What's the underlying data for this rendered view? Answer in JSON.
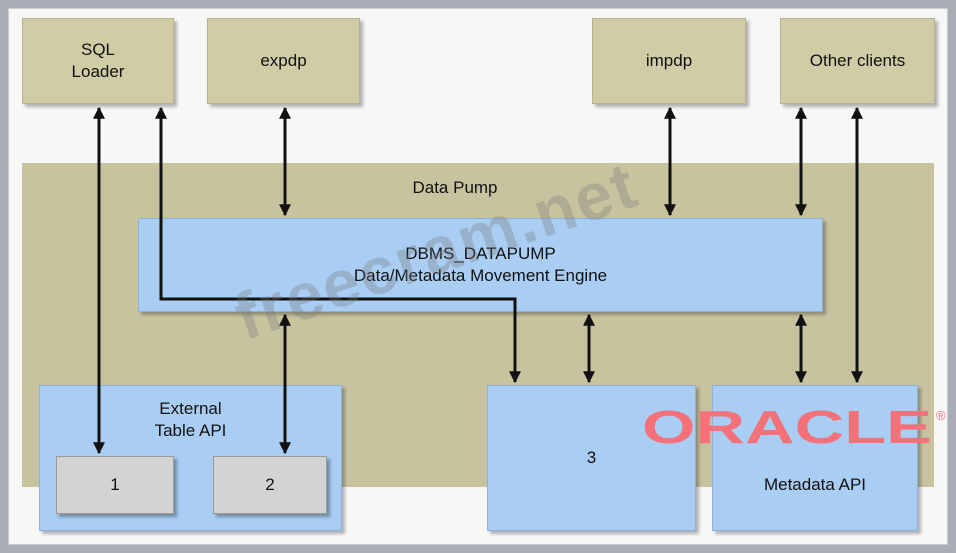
{
  "clients": {
    "sql_loader": "SQL\nLoader",
    "expdp": "expdp",
    "impdp": "impdp",
    "other_clients": "Other clients"
  },
  "data_pump": {
    "label": "Data Pump",
    "engine_title": "DBMS_DATAPUMP",
    "engine_subtitle": "Data/Metadata Movement Engine"
  },
  "components": {
    "external_table_api": "External\nTable API",
    "box1": "1",
    "box2": "2",
    "box3": "3",
    "metadata_api": "Metadata API"
  },
  "watermark": "freecram.net",
  "logo": {
    "text": "ORACLE",
    "registered": "®",
    "color": "#f4717a"
  },
  "colors": {
    "client_box": "#cfcca6",
    "data_pump_band": "#c7c39f",
    "component_box": "#a9cdf3",
    "numbered_box": "#d3d3d1"
  }
}
